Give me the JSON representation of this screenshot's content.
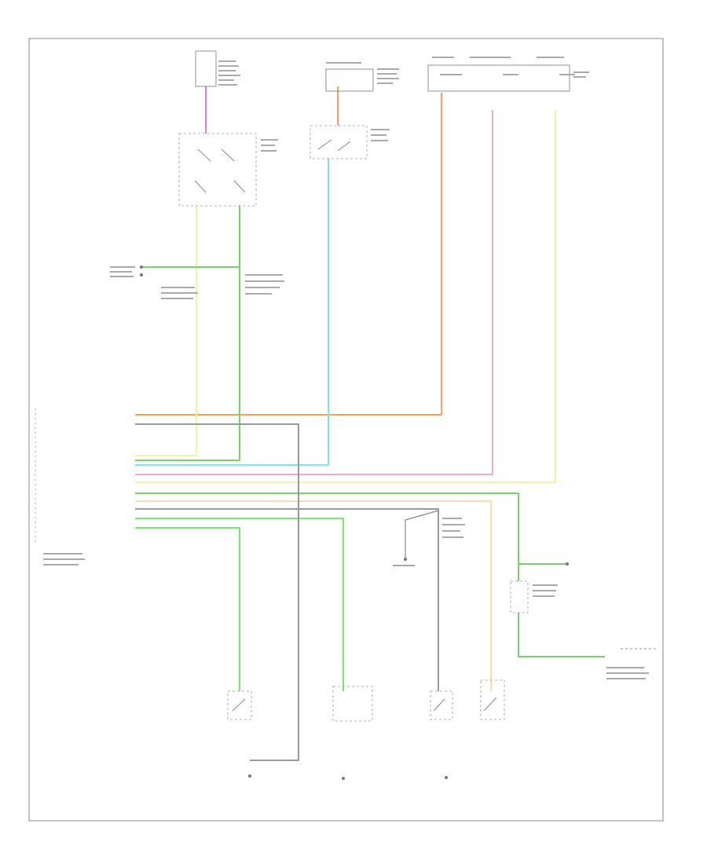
{
  "footer": {
    "code": ""
  },
  "colors": {
    "orange": "#f5a35c",
    "gray": "#999999",
    "yellow": "#f5f5a0",
    "green": "#7dcf6a",
    "green_bright": "#82e07a",
    "cyan": "#7fe3ef",
    "pink": "#f7a6cc",
    "tan": "#f7ddb3",
    "magenta": "#e07be0",
    "black": "#888888"
  },
  "components": [
    {
      "id": "headlamp-switch"
    },
    {
      "id": "battery-junction"
    },
    {
      "id": "fuse-block"
    },
    {
      "id": "turn-signal-switch"
    },
    {
      "id": "ign-switch"
    },
    {
      "id": "splice-pack"
    },
    {
      "id": "body-control-module"
    },
    {
      "id": "ground-node"
    },
    {
      "id": "ground-splice"
    },
    {
      "id": "brake-switch"
    },
    {
      "id": "pcm-connector"
    },
    {
      "id": "driver-door-switch"
    },
    {
      "id": "passenger-door-switch"
    },
    {
      "id": "seat-belt-switch"
    },
    {
      "id": "park-brake-switch"
    }
  ]
}
